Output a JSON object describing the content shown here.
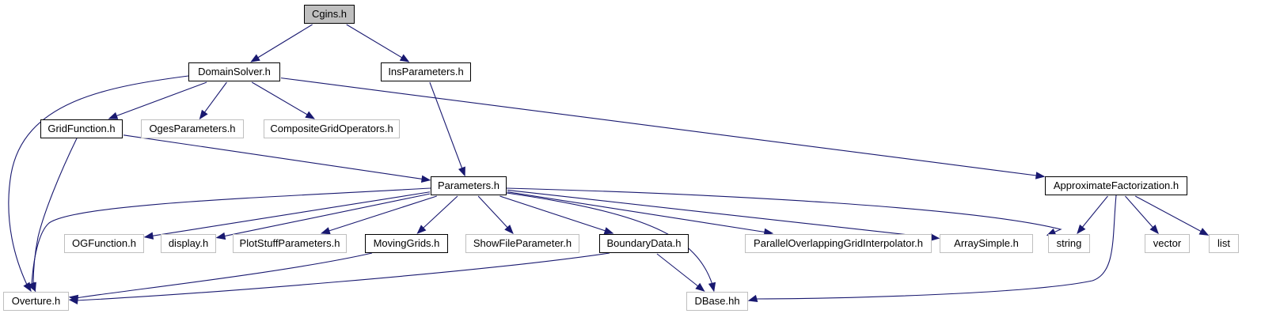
{
  "graph": {
    "edge_color": "#191970",
    "root_fill": "#bfbfbf",
    "external_border": "#bfbfbf",
    "nodes": {
      "cgins": {
        "label": "Cgins.h",
        "kind": "root",
        "interactable": false
      },
      "domainsolver": {
        "label": "DomainSolver.h",
        "kind": "doc",
        "interactable": true
      },
      "insparameters": {
        "label": "InsParameters.h",
        "kind": "doc",
        "interactable": true
      },
      "gridfunction": {
        "label": "GridFunction.h",
        "kind": "doc",
        "interactable": true
      },
      "ogesparameters": {
        "label": "OgesParameters.h",
        "kind": "ext",
        "interactable": false
      },
      "compositegridoperators": {
        "label": "CompositeGridOperators.h",
        "kind": "ext",
        "interactable": false
      },
      "parameters": {
        "label": "Parameters.h",
        "kind": "doc",
        "interactable": true
      },
      "approximatefactorization": {
        "label": "ApproximateFactorization.h",
        "kind": "doc",
        "interactable": true
      },
      "ogfunction": {
        "label": "OGFunction.h",
        "kind": "ext",
        "interactable": false
      },
      "display": {
        "label": "display.h",
        "kind": "ext",
        "interactable": false
      },
      "plotstuffparameters": {
        "label": "PlotStuffParameters.h",
        "kind": "ext",
        "interactable": false
      },
      "movinggrids": {
        "label": "MovingGrids.h",
        "kind": "doc",
        "interactable": true
      },
      "showfileparameter": {
        "label": "ShowFileParameter.h",
        "kind": "ext",
        "interactable": false
      },
      "boundarydata": {
        "label": "BoundaryData.h",
        "kind": "doc",
        "interactable": true
      },
      "paralleloverlapping": {
        "label": "ParallelOverlappingGridInterpolator.h",
        "kind": "ext",
        "interactable": false
      },
      "arraysimple": {
        "label": "ArraySimple.h",
        "kind": "ext",
        "interactable": false
      },
      "string": {
        "label": "string",
        "kind": "ext",
        "interactable": false
      },
      "vector": {
        "label": "vector",
        "kind": "ext",
        "interactable": false
      },
      "list": {
        "label": "list",
        "kind": "ext",
        "interactable": false
      },
      "overture": {
        "label": "Overture.h",
        "kind": "ext",
        "interactable": false
      },
      "dbase": {
        "label": "DBase.hh",
        "kind": "ext",
        "interactable": false
      }
    },
    "edges": [
      {
        "from": "cgins",
        "to": "domainsolver"
      },
      {
        "from": "cgins",
        "to": "insparameters"
      },
      {
        "from": "domainsolver",
        "to": "overture"
      },
      {
        "from": "domainsolver",
        "to": "gridfunction"
      },
      {
        "from": "domainsolver",
        "to": "ogesparameters"
      },
      {
        "from": "domainsolver",
        "to": "compositegridoperators"
      },
      {
        "from": "domainsolver",
        "to": "approximatefactorization"
      },
      {
        "from": "insparameters",
        "to": "parameters"
      },
      {
        "from": "gridfunction",
        "to": "parameters"
      },
      {
        "from": "gridfunction",
        "to": "overture"
      },
      {
        "from": "parameters",
        "to": "overture"
      },
      {
        "from": "parameters",
        "to": "ogfunction"
      },
      {
        "from": "parameters",
        "to": "display"
      },
      {
        "from": "parameters",
        "to": "plotstuffparameters"
      },
      {
        "from": "parameters",
        "to": "movinggrids"
      },
      {
        "from": "parameters",
        "to": "showfileparameter"
      },
      {
        "from": "parameters",
        "to": "boundarydata"
      },
      {
        "from": "parameters",
        "to": "paralleloverlapping"
      },
      {
        "from": "parameters",
        "to": "arraysimple"
      },
      {
        "from": "parameters",
        "to": "string"
      },
      {
        "from": "parameters",
        "to": "dbase"
      },
      {
        "from": "approximatefactorization",
        "to": "string"
      },
      {
        "from": "approximatefactorization",
        "to": "vector"
      },
      {
        "from": "approximatefactorization",
        "to": "list"
      },
      {
        "from": "approximatefactorization",
        "to": "dbase"
      },
      {
        "from": "movinggrids",
        "to": "overture"
      },
      {
        "from": "boundarydata",
        "to": "overture"
      },
      {
        "from": "boundarydata",
        "to": "dbase"
      }
    ]
  }
}
